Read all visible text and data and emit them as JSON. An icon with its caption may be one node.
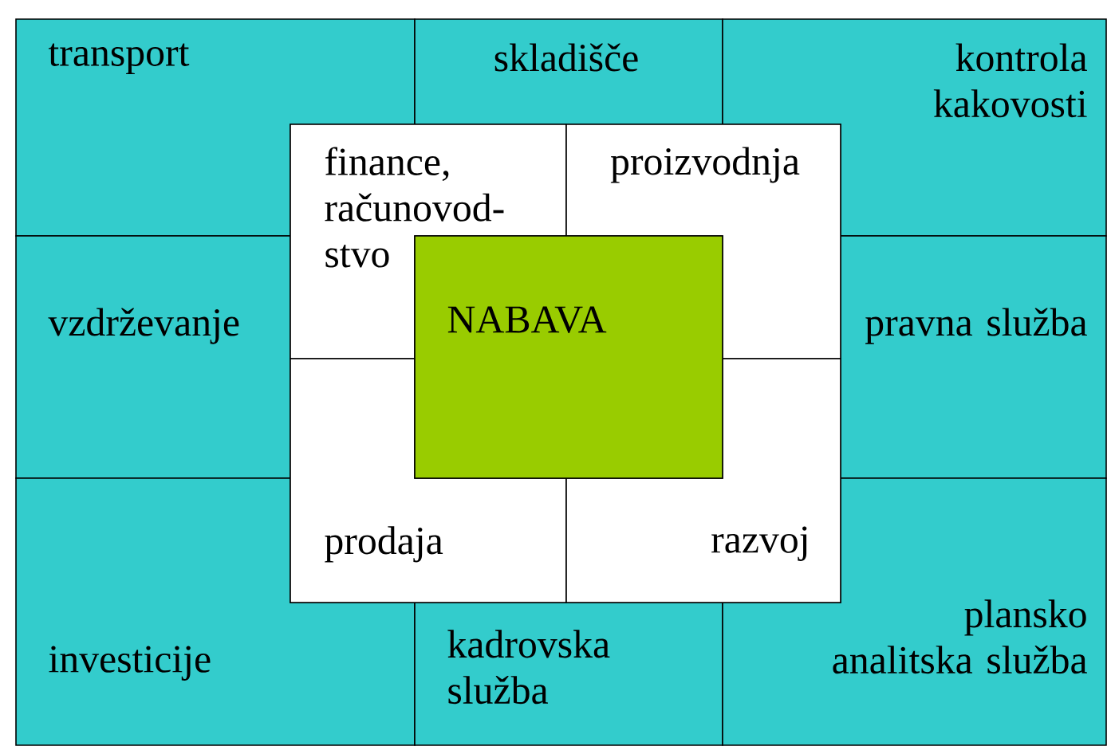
{
  "diagram": {
    "nodes": [
      {
        "text": [
          "transport"
        ]
      },
      {
        "text": [
          "skladišče"
        ]
      },
      {
        "text": [
          "kontrola kakovosti"
        ]
      },
      {
        "text": [
          "vzdrževanje"
        ]
      },
      {
        "text": [
          "pravna služba"
        ]
      },
      {
        "text": [
          "investicije"
        ]
      },
      {
        "text": [
          "kadrovska služba"
        ]
      },
      {
        "text": [
          "plansko analitska služba"
        ]
      },
      {
        "text": [
          "finance, računovod-stvo"
        ]
      },
      {
        "text": [
          "proizvodnja"
        ]
      },
      {
        "text": [
          "prodaja"
        ]
      },
      {
        "text": [
          "razvoj"
        ]
      },
      {
        "text": [
          "NABAVA"
        ]
      }
    ]
  }
}
